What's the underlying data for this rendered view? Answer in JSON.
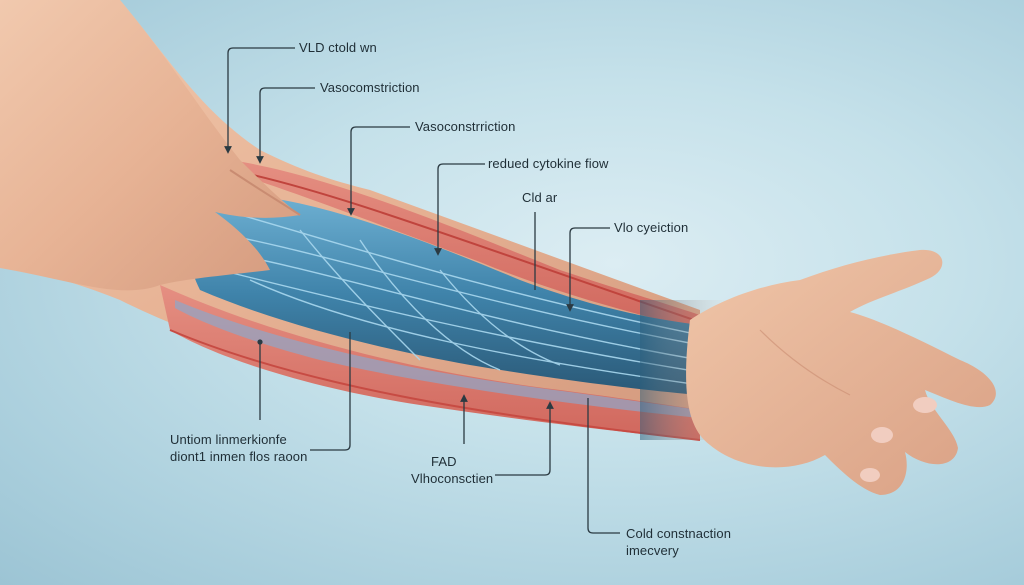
{
  "diagram": {
    "subject": "Forearm and hand cross-section showing blood vessels under cold exposure",
    "colors": {
      "background": "#c5e1ea",
      "skin": "#e9b99c",
      "skin_shadow": "#c98c72",
      "vessel_blue": "#4f97bd",
      "vessel_dark": "#2d5f7c",
      "muscle_red": "#d9746a",
      "nerve_line": "#a9d8ef",
      "leader_line": "#2b3a42"
    },
    "labels": [
      {
        "id": "l1",
        "text": "VLD ctold wn"
      },
      {
        "id": "l2",
        "text": "Vasocomstriction"
      },
      {
        "id": "l3",
        "text": "Vasoconstrriction"
      },
      {
        "id": "l4",
        "text": "redued cytokine fiow"
      },
      {
        "id": "l5",
        "text": "Cld ar"
      },
      {
        "id": "l6",
        "text": "Vlo cyeiction"
      },
      {
        "id": "l7",
        "lines": [
          "Untiom linmerkionfe",
          "diont1 inmen flos raoon"
        ]
      },
      {
        "id": "l8",
        "lines": [
          "FAD",
          "Vlhoconsctien"
        ]
      },
      {
        "id": "l9",
        "lines": [
          "Cold constnaction",
          "imecvery"
        ]
      }
    ]
  }
}
